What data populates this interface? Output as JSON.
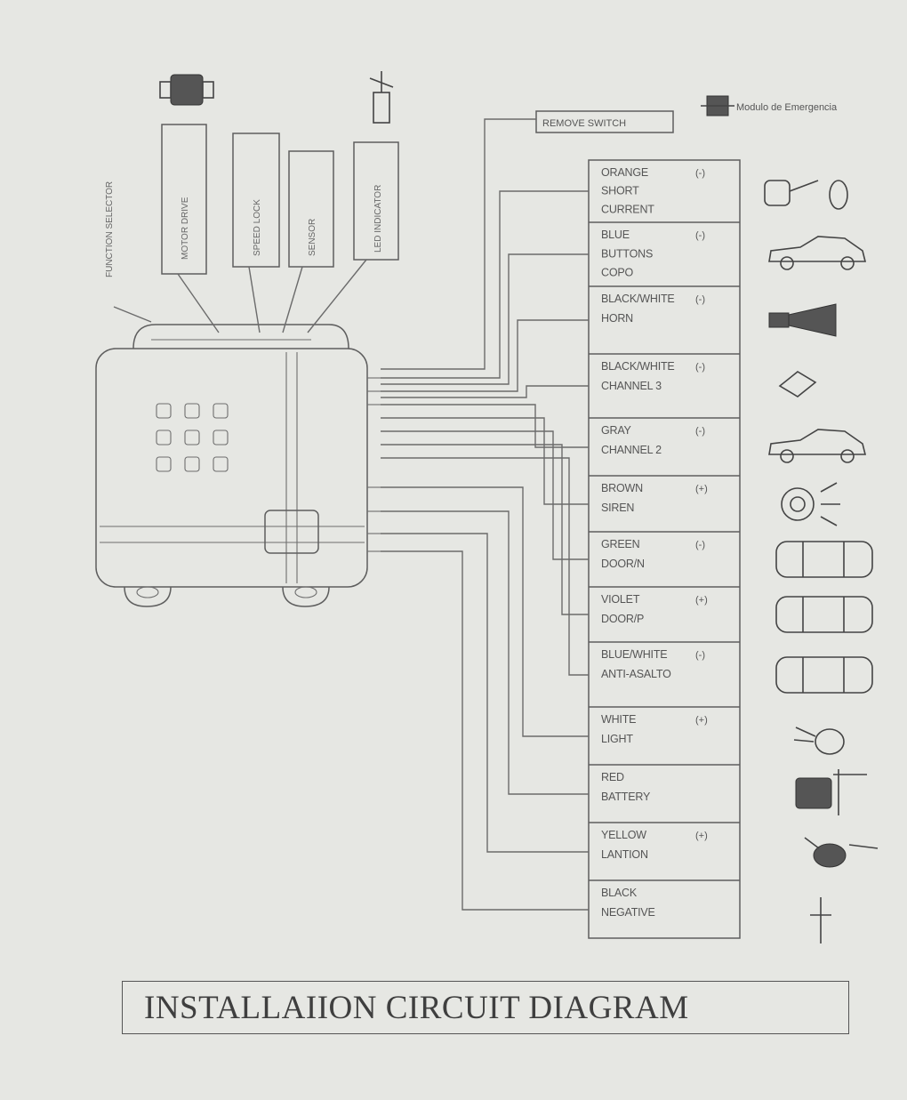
{
  "diagram": {
    "title": "INSTALLAIION CIRCUIT DIAGRAM",
    "remove_switch_label": "REMOVE SWITCH",
    "top_right_note": "Modulo de Emergencia",
    "left_label": "FUNCTION SELECTOR",
    "connectors": [
      {
        "label": "MOTOR DRIVE"
      },
      {
        "label": "SPEED LOCK"
      },
      {
        "label": "SENSOR"
      },
      {
        "label": "LED INDICATOR"
      }
    ],
    "wires": [
      {
        "lines": [
          "ORANGE",
          "SHORT",
          "CURRENT"
        ],
        "polarity": "(-)",
        "icon": "relay-icon"
      },
      {
        "lines": [
          "BLUE",
          "BUTTONS",
          "COPO"
        ],
        "polarity": "(-)",
        "icon": "car-trunk-icon"
      },
      {
        "lines": [
          "BLACK/WHITE",
          "HORN"
        ],
        "polarity": "(-)",
        "icon": "horn-icon"
      },
      {
        "lines": [
          "BLACK/WHITE",
          "CHANNEL 3"
        ],
        "polarity": "(-)",
        "icon": "module-icon"
      },
      {
        "lines": [
          "GRAY",
          "CHANNEL 2"
        ],
        "polarity": "(-)",
        "icon": "car-side-icon"
      },
      {
        "lines": [
          "BROWN",
          "SIREN"
        ],
        "polarity": "(+)",
        "icon": "siren-icon"
      },
      {
        "lines": [
          "GREEN",
          "DOOR/N"
        ],
        "polarity": "(-)",
        "icon": "car-door-icon"
      },
      {
        "lines": [
          "VIOLET",
          "DOOR/P"
        ],
        "polarity": "(+)",
        "icon": "car-door-icon"
      },
      {
        "lines": [
          "BLUE/WHITE",
          "ANTI-ASALTO"
        ],
        "polarity": "(-)",
        "icon": "car-top-icon"
      },
      {
        "lines": [
          "WHITE",
          "LIGHT"
        ],
        "polarity": "(+)",
        "icon": "lamp-icon"
      },
      {
        "lines": [
          "RED",
          "BATTERY"
        ],
        "polarity": "",
        "icon": "battery-icon"
      },
      {
        "lines": [
          "YELLOW",
          "LANTION"
        ],
        "polarity": "(+)",
        "icon": "ignition-key-icon"
      },
      {
        "lines": [
          "BLACK",
          "NEGATIVE"
        ],
        "polarity": "",
        "icon": "ground-icon"
      }
    ]
  }
}
